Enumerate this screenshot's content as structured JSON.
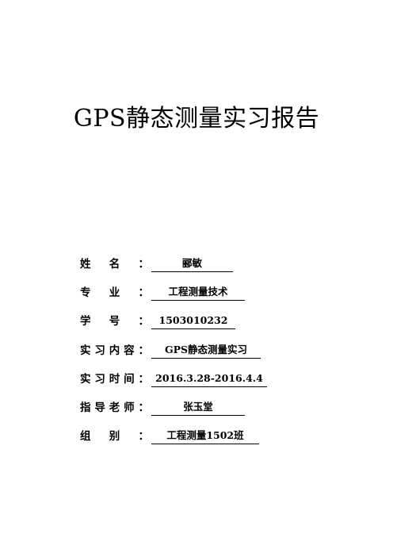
{
  "title": "GPS静态测量实习报告",
  "fields": [
    {
      "label_chars": [
        "姓",
        "名"
      ],
      "colon": "：",
      "value": "郦敏",
      "value_width": 95,
      "value_pad": 20
    },
    {
      "label_chars": [
        "专",
        "业"
      ],
      "colon": "：",
      "value": "工程测量技术",
      "value_width": 125,
      "value_pad": 6
    },
    {
      "label_chars": [
        "学",
        "号"
      ],
      "colon": "：",
      "value": "1503010232",
      "value_width": 114,
      "value_pad": 6
    },
    {
      "label_chars": [
        "实",
        "习",
        "内",
        "容"
      ],
      "colon": "：",
      "value": "GPS静态测量实习",
      "value_width": 135,
      "value_pad": 4
    },
    {
      "label_chars": [
        "实",
        "习",
        "时",
        "间"
      ],
      "colon": "：",
      "value": "2016.3.28-2016.4.4",
      "value_width": 147,
      "value_pad": 4
    },
    {
      "label_chars": [
        "指",
        "导",
        "老",
        "师"
      ],
      "colon": "：",
      "value": "张玉堂",
      "value_width": 114,
      "value_pad": 10
    },
    {
      "label_chars": [
        "组",
        "别"
      ],
      "colon": "：",
      "value": "工程测量1502班",
      "value_width": 135,
      "value_pad": 4
    }
  ]
}
